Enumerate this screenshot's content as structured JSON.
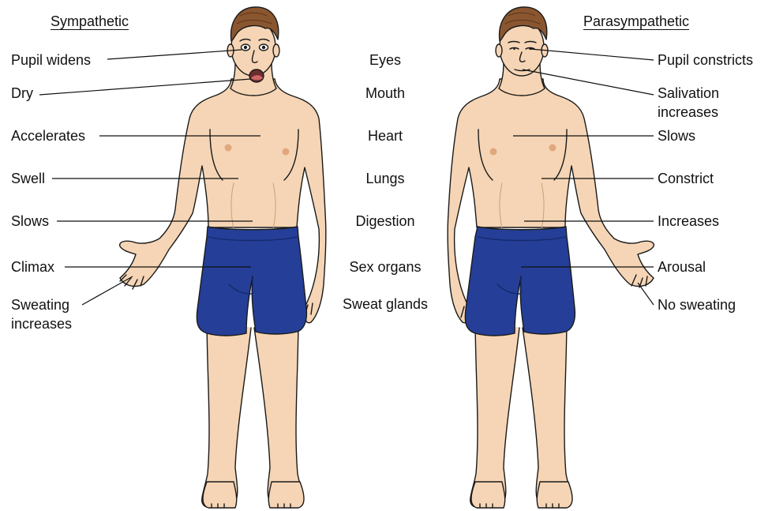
{
  "colors": {
    "skin": "#f5d5b5",
    "skin_shadow": "#ebbe98",
    "nipple": "#e1a77c",
    "hair": "#8a5630",
    "hair_dark": "#5e3518",
    "shorts": "#253f98",
    "shorts_dark": "#15286a",
    "outline": "#1a1a1a"
  },
  "headers": {
    "sympathetic": "Sympathetic",
    "parasympathetic": "Parasympathetic"
  },
  "organs": {
    "eyes": "Eyes",
    "mouth": "Mouth",
    "heart": "Heart",
    "lungs": "Lungs",
    "digestion": "Digestion",
    "sex_organs": "Sex organs",
    "sweat_glands": "Sweat glands"
  },
  "sympathetic": {
    "eyes": "Pupil widens",
    "mouth": "Dry",
    "heart": "Accelerates",
    "lungs": "Swell",
    "digestion": "Slows",
    "sex_organs": "Climax",
    "sweat_line1": "Sweating",
    "sweat_line2": "increases"
  },
  "parasympathetic": {
    "eyes": "Pupil constricts",
    "mouth_line1": "Salivation",
    "mouth_line2": "increases",
    "heart": "Slows",
    "lungs": "Constrict",
    "digestion": "Increases",
    "sex_organs": "Arousal",
    "sweat": "No sweating"
  }
}
